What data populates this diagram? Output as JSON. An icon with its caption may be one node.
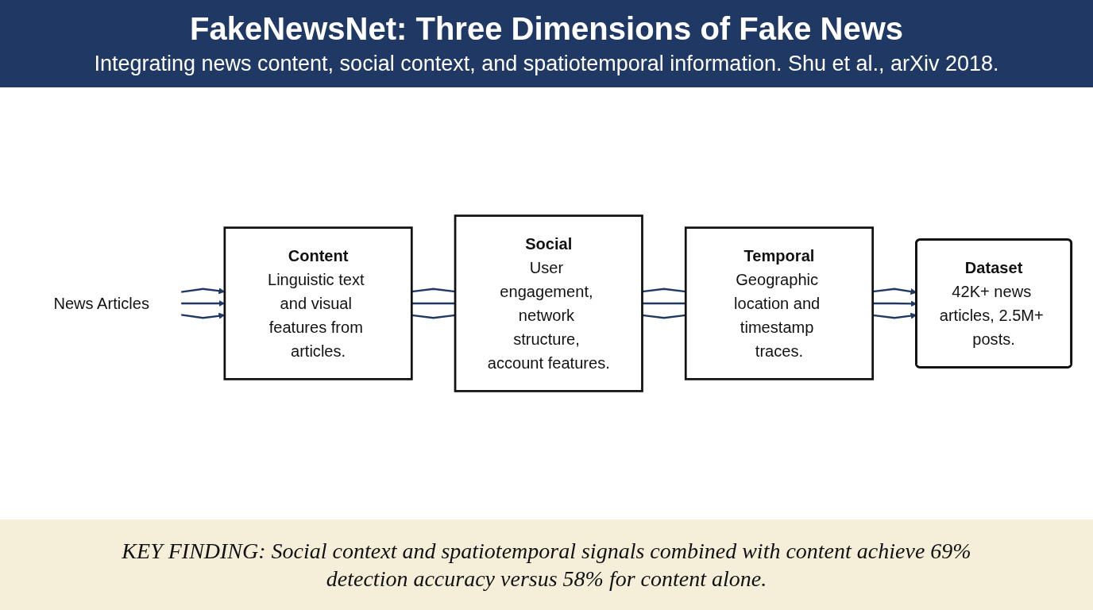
{
  "diagram": {
    "title": "FakeNewsNet: Three Dimensions of Fake News",
    "caption": "KEY FINDING: Social context and spatiotemporal signals combined with content achieve 69% detection accuracy versus 58% for content alone.",
    "nodes": [
      {
        "text": [
          "News Articles"
        ]
      },
      {
        "text": [
          "Content",
          "Linguistic text and visual features from articles."
        ]
      },
      {
        "text": [
          "Social",
          "User engagement, network structure, account features."
        ]
      },
      {
        "text": [
          "Temporal",
          "Geographic location and timestamp traces."
        ]
      },
      {
        "text": [
          "Dataset",
          "42K+ news articles, 2.5M+ posts."
        ]
      }
    ],
    "edges": [
      {
        "from": 0,
        "to": 1,
        "arrow": "to"
      },
      {
        "from": 0,
        "to": 1,
        "arrow": "to"
      },
      {
        "from": 0,
        "to": 1,
        "arrow": "to"
      },
      {
        "from": 1,
        "to": 2,
        "arrow": "none"
      },
      {
        "from": 1,
        "to": 2,
        "arrow": "none"
      },
      {
        "from": 1,
        "to": 2,
        "arrow": "none"
      },
      {
        "from": 2,
        "to": 3,
        "arrow": "none"
      },
      {
        "from": 2,
        "to": 3,
        "arrow": "none"
      },
      {
        "from": 2,
        "to": 3,
        "arrow": "none"
      },
      {
        "from": 3,
        "to": 4,
        "arrow": "to"
      },
      {
        "from": 3,
        "to": 4,
        "arrow": "to"
      },
      {
        "from": 3,
        "to": 4,
        "arrow": "to"
      }
    ],
    "labels": [
      "Integrating news content, social context, and spatiotemporal information. Shu et al., arXiv 2018."
    ]
  }
}
